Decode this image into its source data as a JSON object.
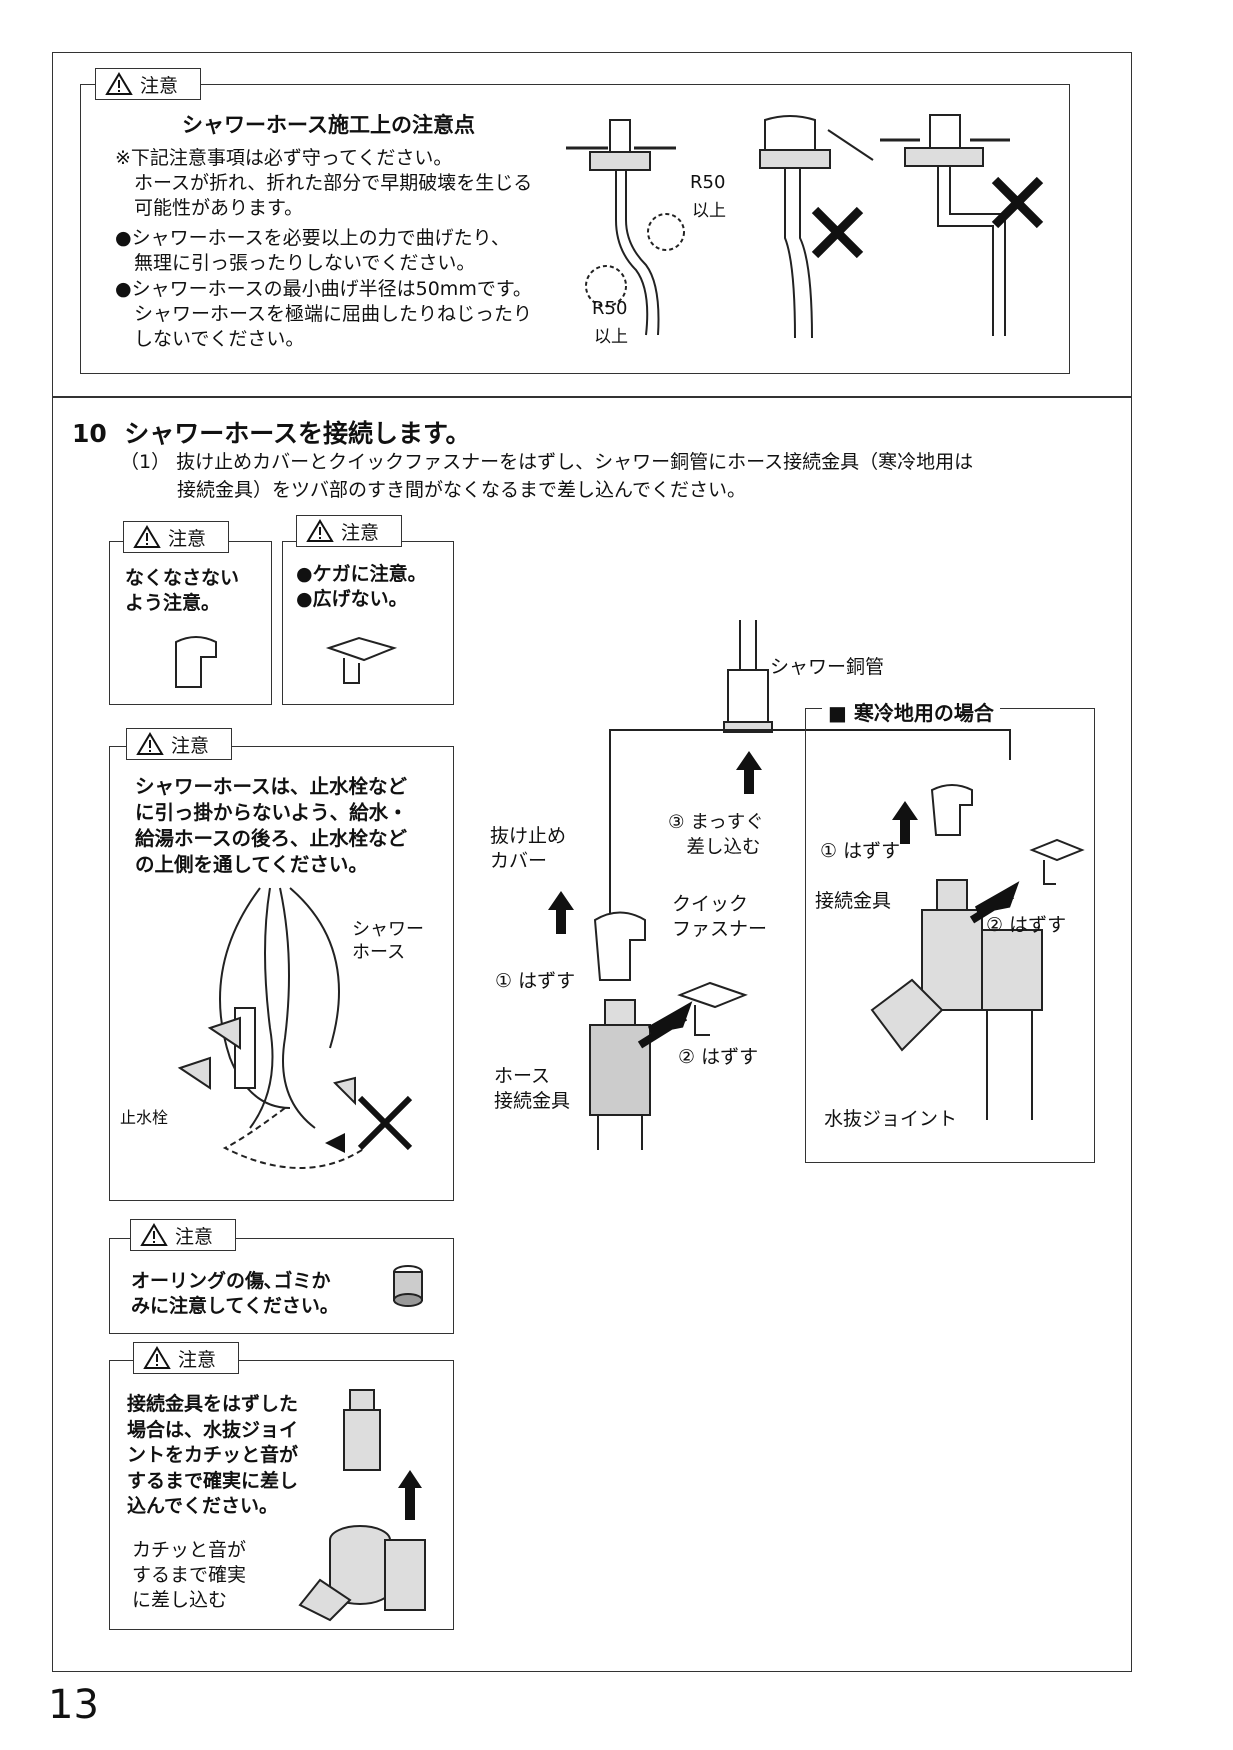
{
  "caution_label": "注意",
  "top_caution": {
    "title": "シャワーホース施工上の注意点",
    "note": "※下記注意事項は必ず守ってください。\n　ホースが折れ、折れた部分で早期破壊を生じる\n　可能性があります。",
    "bullet1": "●シャワーホースを必要以上の力で曲げたり、\n　無理に引っ張ったりしないでください。",
    "bullet2": "●シャワーホースの最小曲げ半径は50mmです。\n　シャワーホースを極端に屈曲したりねじったり\n　しないでください。",
    "r50_top": "R50",
    "r50_top_sub": "以上",
    "r50_bottom": "R50",
    "r50_bottom_sub": "以上"
  },
  "step": {
    "heading": "10  シャワーホースを接続します。",
    "sub": "（1） 抜け止めカバーとクイックファスナーをはずし、シャワー銅管にホース接続金具（寒冷地用は\n　　　接続金具）をツバ部のすき間がなくなるまで差し込んでください。"
  },
  "box_a": {
    "text": "なくなさない\nよう注意。"
  },
  "box_b": {
    "text": "●ケガに注意。\n●広げない。"
  },
  "box_c": {
    "text": "シャワーホースは、止水栓など\nに引っ掛からないよう、給水・\n給湯ホースの後ろ、止水栓など\nの上側を通してください。",
    "label_hose": "シャワー\nホース",
    "label_valve": "止水栓"
  },
  "box_d": {
    "text": "オーリングの傷､ゴミか\nみに注意してください。"
  },
  "box_e": {
    "text": "接続金具をはずした\n場合は、水抜ジョイ\nントをカチッと音が\nするまで確実に差し\n込んでください。",
    "text2": "カチッと音が\nするまで確実\nに差し込む"
  },
  "diagram": {
    "shower_pipe": "シャワー銅管",
    "cold_region": "■ 寒冷地用の場合",
    "insert": "③ まっすぐ\n　差し込む",
    "cover": "抜け止め\nカバー",
    "quick_fastener": "クイック\nファスナー",
    "remove1": "① はずす",
    "remove2": "② はずす",
    "hose_fitting": "ホース\n接続金具",
    "cold_remove1": "① はずす",
    "cold_fitting": "接続金具",
    "cold_remove2": "② はずす",
    "drain_joint": "水抜ジョイント"
  },
  "page_number": "13"
}
